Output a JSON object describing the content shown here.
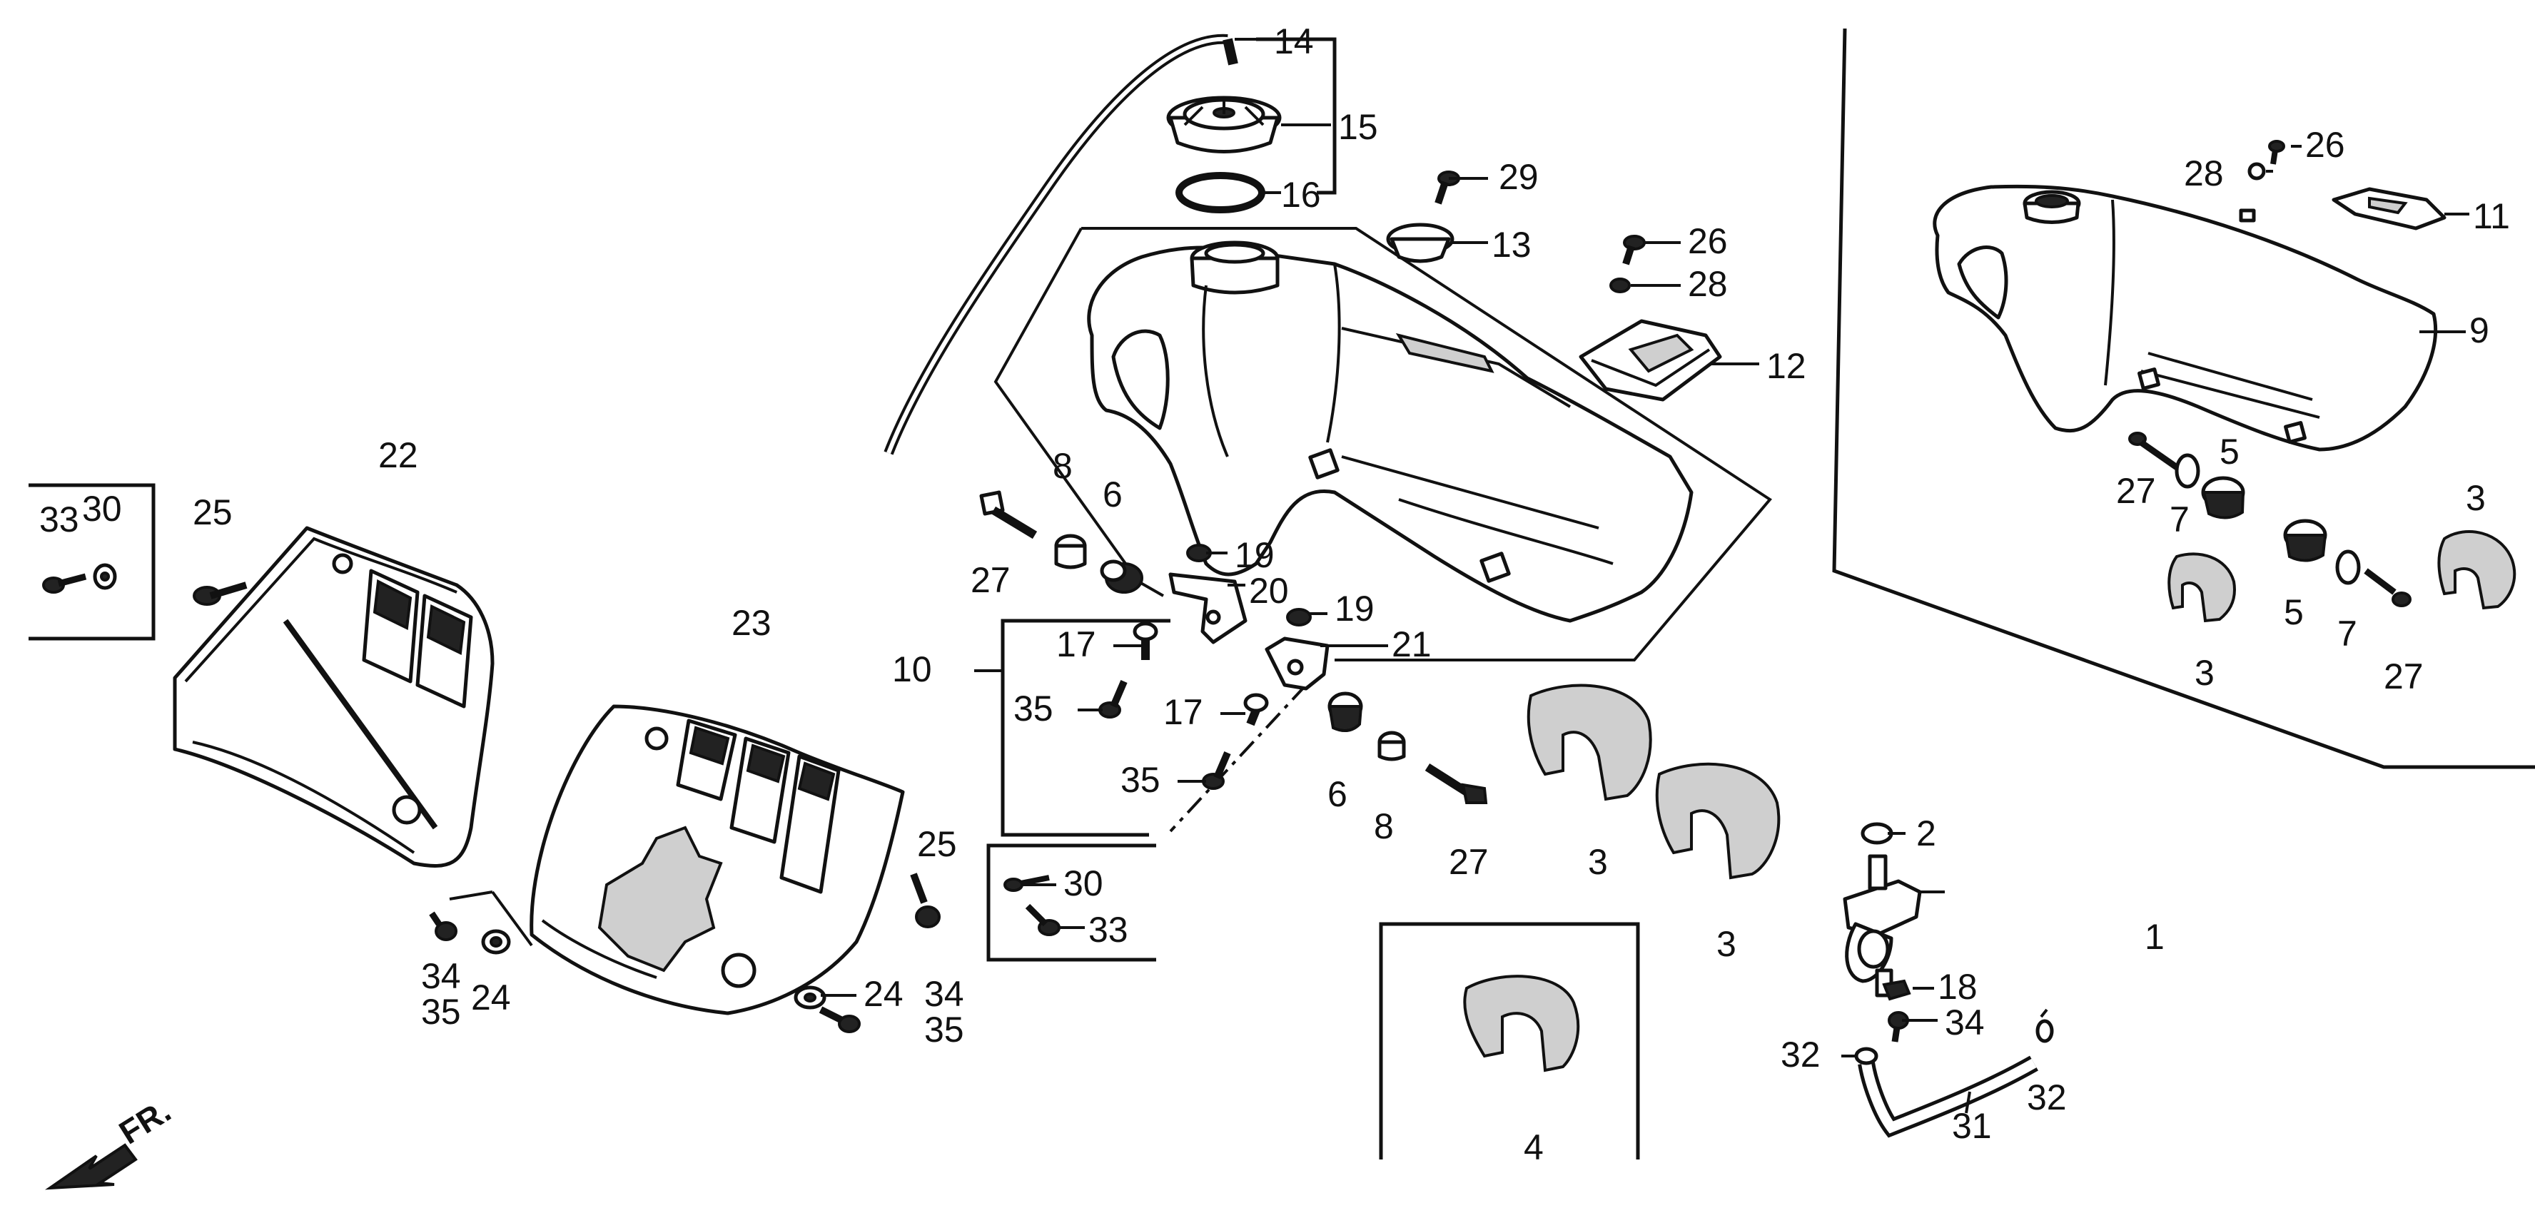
{
  "labels": {
    "n1": "1",
    "n2": "2",
    "n3": "3",
    "n4": "4",
    "n5": "5",
    "n6": "6",
    "n7": "7",
    "n8": "8",
    "n9": "9",
    "n10": "10",
    "n11": "11",
    "n12": "12",
    "n13": "13",
    "n14": "14",
    "n15": "15",
    "n16": "16",
    "n17": "17",
    "n18": "18",
    "n19": "19",
    "n20": "20",
    "n21": "21",
    "n22": "22",
    "n23": "23",
    "n24": "24",
    "n25": "25",
    "n26": "26",
    "n27": "27",
    "n28": "28",
    "n29": "29",
    "n30": "30",
    "n31": "31",
    "n32": "32",
    "n33": "33",
    "n34": "34",
    "n35": "35"
  },
  "direction": {
    "label": "FR."
  },
  "colors": {
    "ink": "#111111",
    "paper": "#ffffff"
  }
}
